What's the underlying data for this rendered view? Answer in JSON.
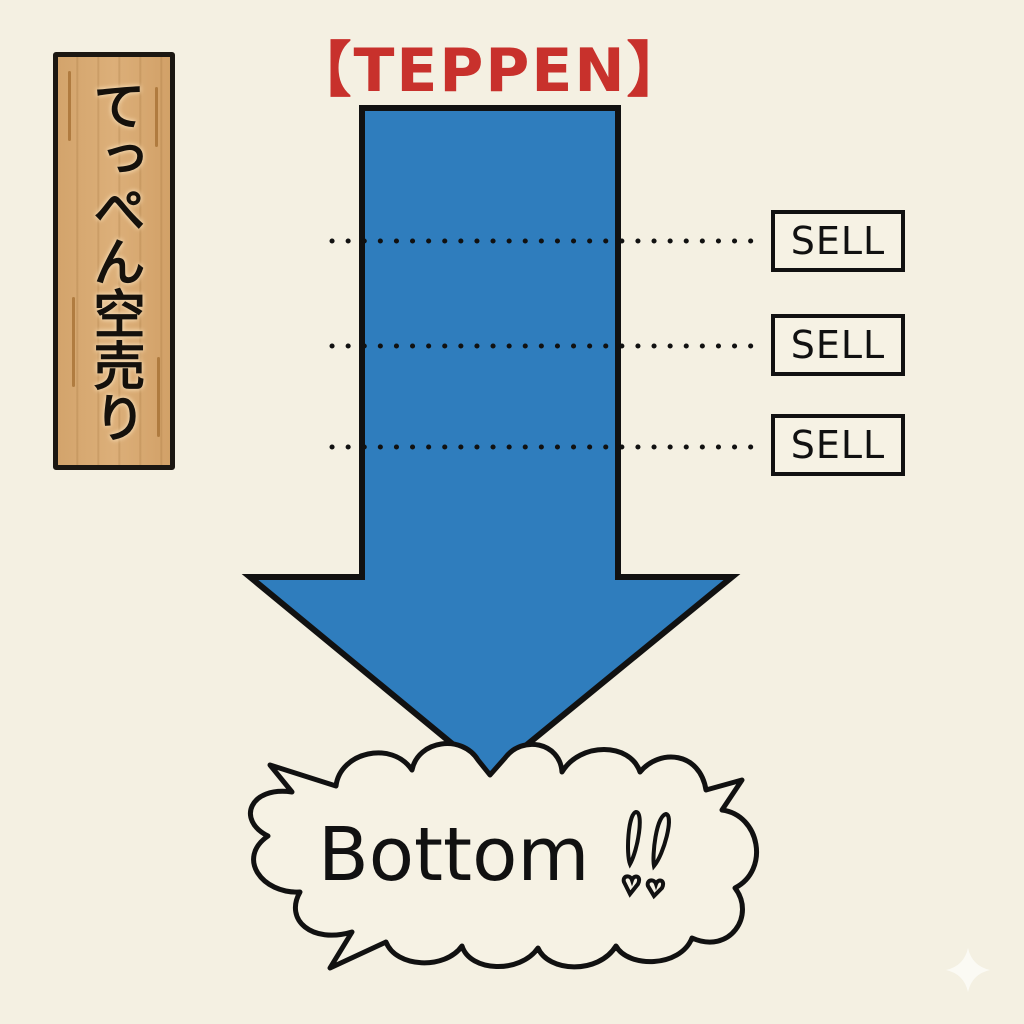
{
  "signboard": {
    "text": "てっぺん空売り",
    "colors": {
      "wood": "#d6a770",
      "border": "#1b1712",
      "grain": "#a06a2c"
    }
  },
  "title": {
    "text": "【TEPPEN】",
    "color": "#c8312c"
  },
  "arrow": {
    "direction": "down",
    "fill": "#2f7dbd",
    "outline": "#111111"
  },
  "sell_levels": [
    {
      "label": "SELL"
    },
    {
      "label": "SELL"
    },
    {
      "label": "SELL"
    }
  ],
  "bubble": {
    "text": "Bottom",
    "exclamation": "!!",
    "decorations": [
      "heart",
      "heart"
    ]
  },
  "background_color": "#f4f0e2",
  "watermark": "sparkle"
}
